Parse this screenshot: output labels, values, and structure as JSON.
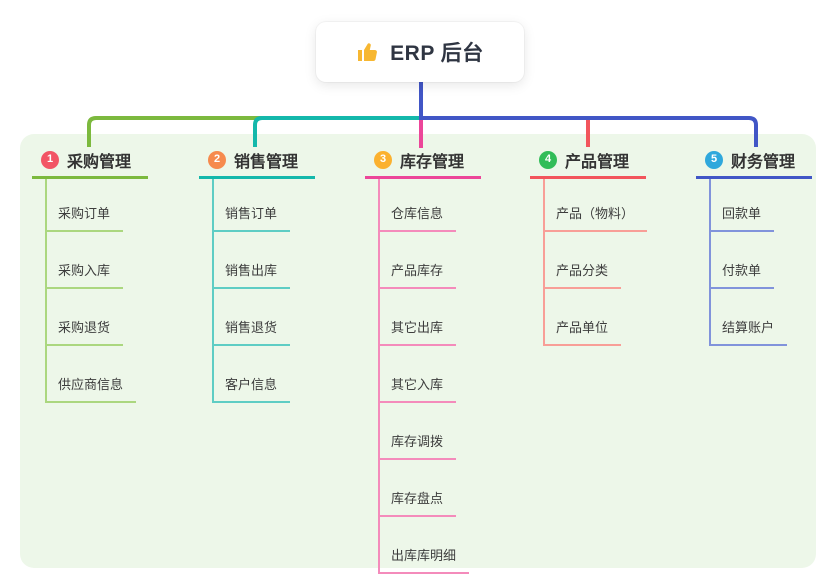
{
  "root": {
    "icon": "thumbs-up-icon",
    "label": "ERP 后台"
  },
  "canvas": {
    "background": "#ffffff",
    "panel_background": "#EDF7E9"
  },
  "connector": {
    "trunk_color": "#4156C6"
  },
  "icon_colors": {
    "thumbs_up": "#F7B731"
  },
  "branches": [
    {
      "badge": "1",
      "label": "采购管理",
      "badge_color": "#F25565",
      "line_color": "#7CB93E",
      "child_line_color": "#ABD77F",
      "children": [
        "采购订单",
        "采购入库",
        "采购退货",
        "供应商信息"
      ]
    },
    {
      "badge": "2",
      "label": "销售管理",
      "badge_color": "#F68A4D",
      "line_color": "#14B8AB",
      "child_line_color": "#5ECDC4",
      "children": [
        "销售订单",
        "销售出库",
        "销售退货",
        "客户信息"
      ]
    },
    {
      "badge": "3",
      "label": "库存管理",
      "badge_color": "#FBB12F",
      "line_color": "#EC4699",
      "child_line_color": "#F48BBB",
      "children": [
        "仓库信息",
        "产品库存",
        "其它出库",
        "其它入库",
        "库存调拨",
        "库存盘点",
        "出库库明细"
      ]
    },
    {
      "badge": "4",
      "label": "产品管理",
      "badge_color": "#31BD58",
      "line_color": "#F2555C",
      "child_line_color": "#F89E97",
      "children": [
        "产品（物料）",
        "产品分类",
        "产品单位"
      ]
    },
    {
      "badge": "5",
      "label": "财务管理",
      "badge_color": "#2FA8DC",
      "line_color": "#4156C6",
      "child_line_color": "#8193DB",
      "children": [
        "回款单",
        "付款单",
        "结算账户"
      ]
    }
  ]
}
